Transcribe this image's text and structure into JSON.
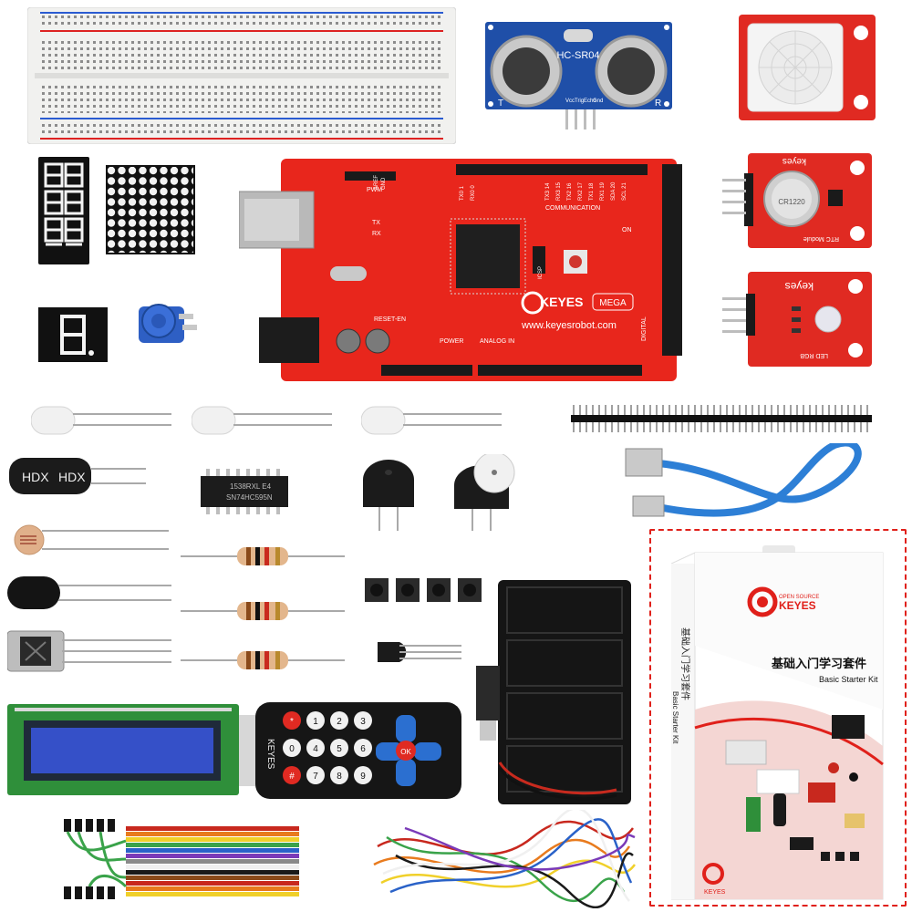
{
  "ultrasonic": {
    "model": "HC-SR04",
    "left": "T",
    "right": "R",
    "pins": [
      "Vcc",
      "Trig",
      "Echo",
      "Gnd"
    ]
  },
  "board": {
    "brand": "KEYES",
    "model": "MEGA",
    "url": "www.keyesrobot.com",
    "labels": {
      "pwm": "PWM",
      "communication": "COMMUNICATION",
      "tx": "TX",
      "rx": "RX",
      "on": "ON",
      "reset_en": "RESET-EN",
      "power": "POWER",
      "analog_in": "ANALOG IN",
      "digital": "DIGITAL",
      "icsp": "ICSP",
      "aref": "AREF",
      "gnd": "GND"
    },
    "comm_pins": [
      "TX0 1",
      "RX0 0",
      "TX3 14",
      "RX3 15",
      "TX2 16",
      "RX2 17",
      "TX1 18",
      "RX1 19",
      "SDA 20",
      "SCL 21"
    ]
  },
  "rtc_module": {
    "brand": "keyes",
    "name": "RTC Module",
    "battery": "CR1220"
  },
  "rgb_module": {
    "brand": "keyes",
    "name": "LED RGB"
  },
  "ir_receiver_cap": {
    "text": "HDX"
  },
  "electrolytic": {
    "text": "HDX"
  },
  "shift_register": {
    "line1": "1538RXL E4",
    "line2": "SN74HC595N"
  },
  "remote": {
    "brand": "KEYES",
    "keys": [
      "*",
      "1",
      "2",
      "3",
      "0",
      "4",
      "5",
      "6",
      "#",
      "7",
      "8",
      "9"
    ],
    "ok": "OK"
  },
  "box": {
    "brand_small": "OPEN SOURCE",
    "brand": "KEYES",
    "title_cn": "基础入门学习套件",
    "title_en": "Basic Starter Kit",
    "side_cn": "基础入门学习套件",
    "side_en": "Basic Starter Kit",
    "bottom_brand": "KEYES"
  },
  "colors": {
    "board_red": "#e8261c",
    "module_red": "#e02a22",
    "ultrasonic_blue": "#1f4fa8",
    "usb_blue": "#2d7fd6",
    "box_border": "#e0201a",
    "lcd_blue": "#3550c8",
    "pcb_green": "#2f8f3a"
  }
}
